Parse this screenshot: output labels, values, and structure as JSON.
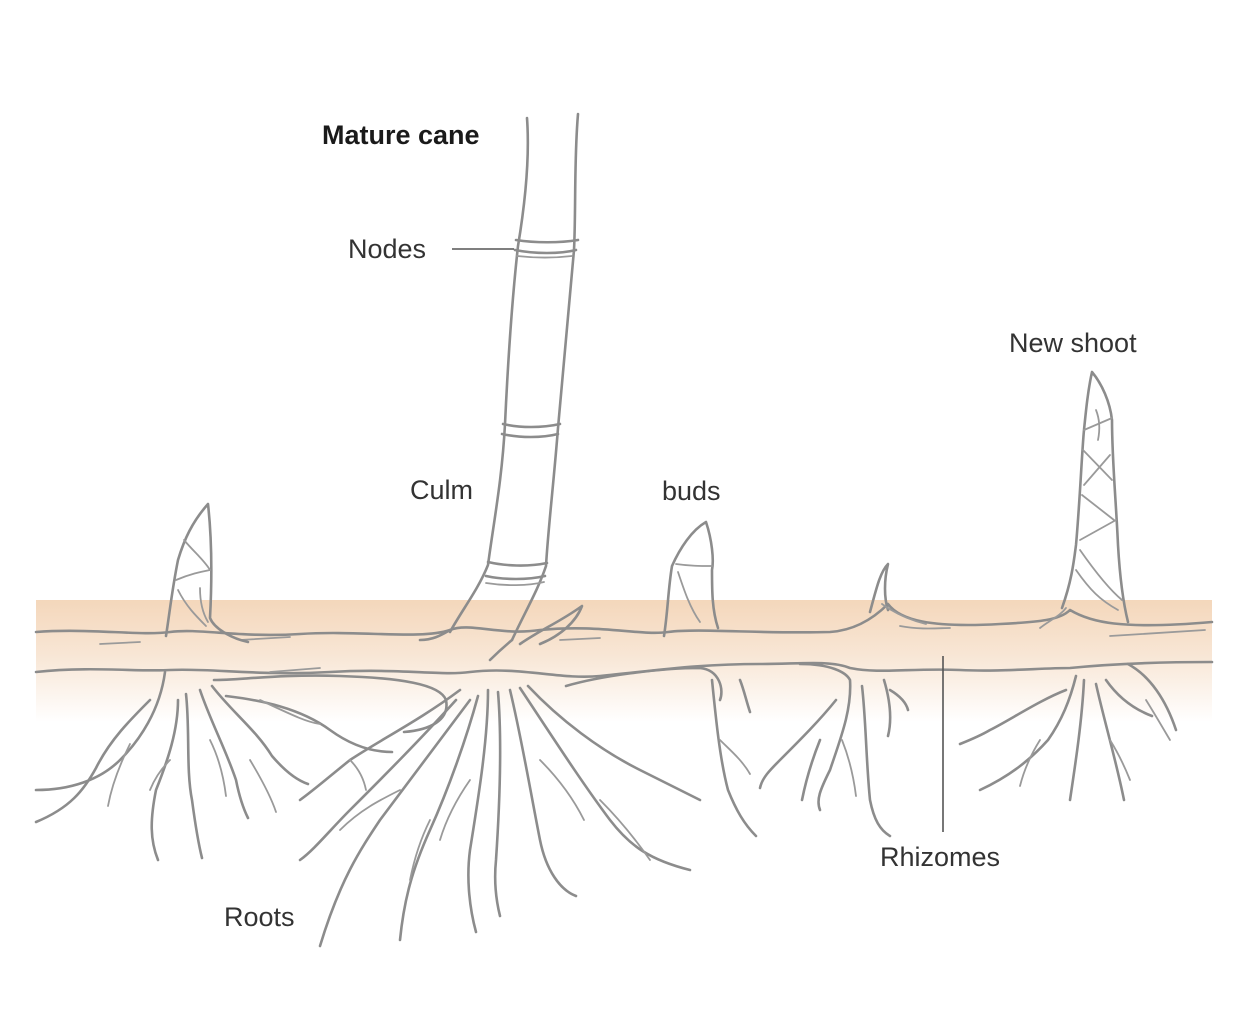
{
  "labels": {
    "mature_cane": "Mature cane",
    "nodes": "Nodes",
    "culm": "Culm",
    "buds": "buds",
    "new_shoot": "New shoot",
    "rhizomes": "Rhizomes",
    "roots": "Roots"
  },
  "colors": {
    "soil_band": "#f6dcc4",
    "line": "#8c8c8c",
    "text": "#333333"
  }
}
